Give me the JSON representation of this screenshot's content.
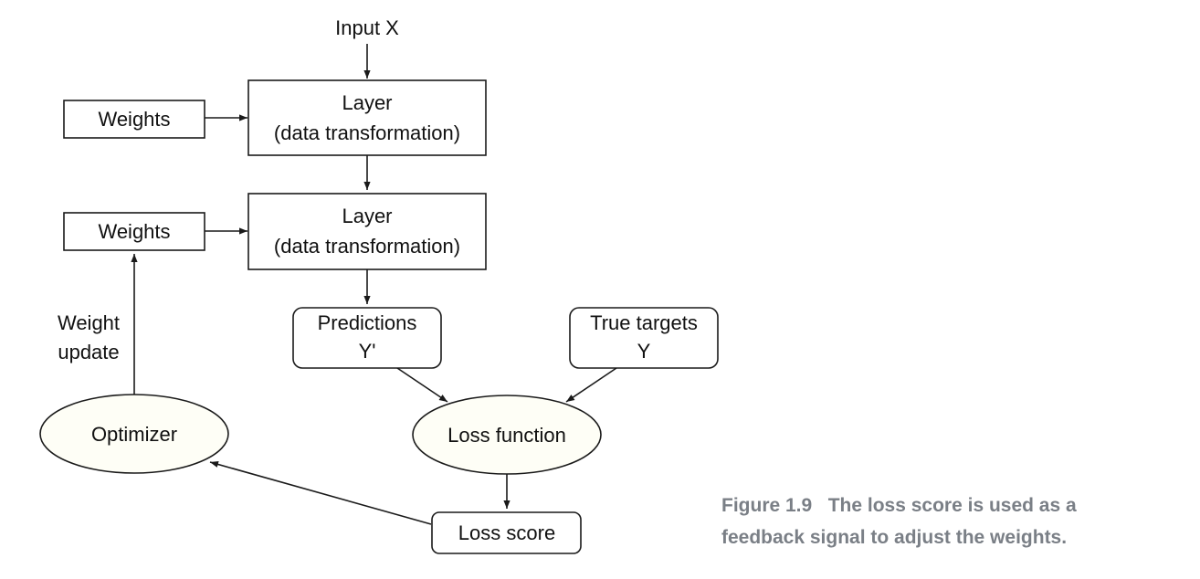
{
  "diagram": {
    "input": "Input X",
    "weights_top": "Weights",
    "weights_bottom": "Weights",
    "layer_top": {
      "line1": "Layer",
      "line2": "(data transformation)"
    },
    "layer_bottom": {
      "line1": "Layer",
      "line2": "(data transformation)"
    },
    "weight_update": {
      "line1": "Weight",
      "line2": "update"
    },
    "predictions": {
      "line1": "Predictions",
      "line2": "Y'"
    },
    "true_targets": {
      "line1": "True targets",
      "line2": "Y"
    },
    "optimizer": "Optimizer",
    "loss_function": "Loss function",
    "loss_score": "Loss score"
  },
  "caption": {
    "label": "Figure 1.9",
    "line1": "The loss score is used as a",
    "line2": "feedback signal to adjust the weights."
  },
  "colors": {
    "caption": "#7a7f86",
    "stroke": "#1a1a1a",
    "ellipse_fill": "#fefef6"
  }
}
